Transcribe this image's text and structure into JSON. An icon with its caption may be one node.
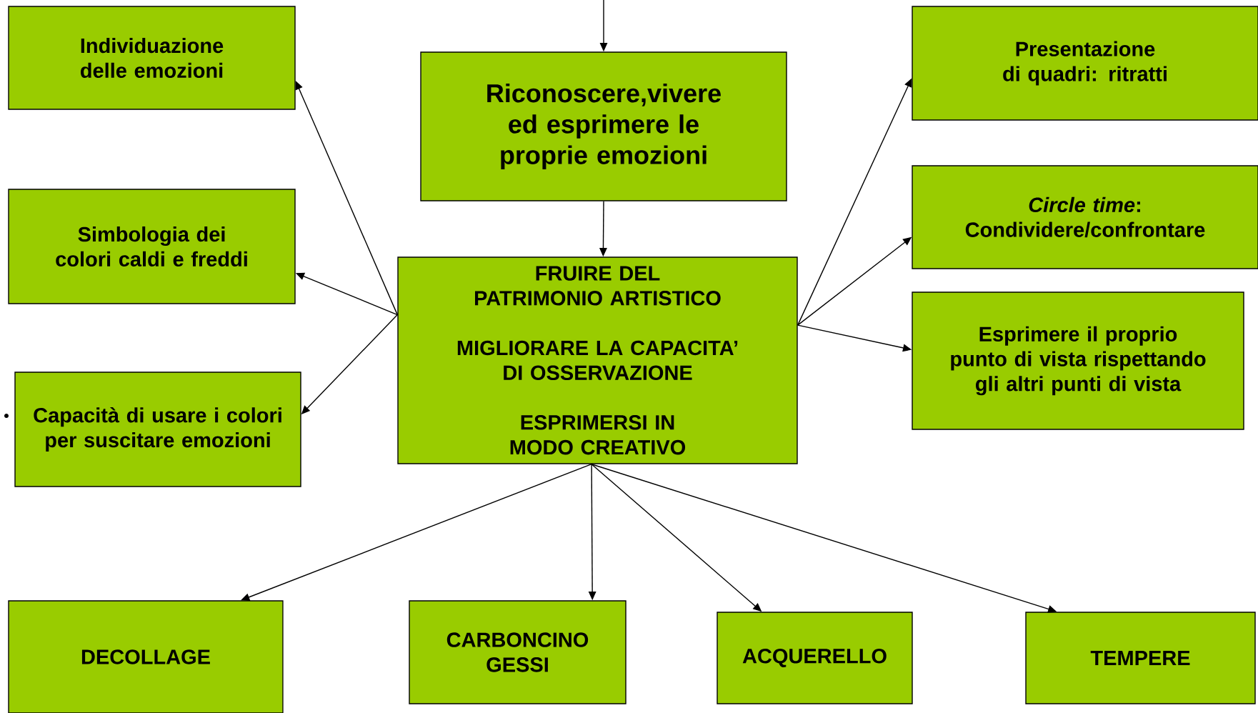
{
  "diagram": {
    "nodes": [
      {
        "text": [
          "Individuazione delle emozioni"
        ]
      },
      {
        "text": [
          "Riconoscere,vivere ed esprimere le proprie emozioni"
        ]
      },
      {
        "text": [
          "Presentazione di quadri: ritratti"
        ]
      },
      {
        "text": [
          "Simbologia dei colori caldi e freddi"
        ]
      },
      {
        "text": [
          "*Circle time*: Condividere/confrontare"
        ]
      },
      {
        "text": [
          "FRUIRE DEL PATRIMONIO ARTISTICO",
          "MIGLIORARE LA CAPACITA’ DI OSSERVAZIONE",
          "ESPRIMERSI IN MODO CREATIVO"
        ]
      },
      {
        "text": [
          "Esprimere il proprio punto di vista rispettando gli altri punti di vista"
        ]
      },
      {
        "text": [
          "Capacità di usare i colori per suscitare emozioni"
        ]
      },
      {
        "text": [
          "DECOLLAGE"
        ]
      },
      {
        "text": [
          "CARBONCINO GESSI"
        ]
      },
      {
        "text": [
          "ACQUERELLO"
        ]
      },
      {
        "text": [
          "TEMPERE"
        ]
      }
    ],
    "edges": [
      {
        "from": null,
        "to": 1,
        "arrow": "to"
      },
      {
        "from": 1,
        "to": 5,
        "arrow": "to"
      },
      {
        "from": 5,
        "to": 0,
        "arrow": "to"
      },
      {
        "from": 5,
        "to": 3,
        "arrow": "to"
      },
      {
        "from": 5,
        "to": 7,
        "arrow": "to"
      },
      {
        "from": 5,
        "to": 2,
        "arrow": "to"
      },
      {
        "from": 5,
        "to": 4,
        "arrow": "to"
      },
      {
        "from": 5,
        "to": 6,
        "arrow": "to"
      },
      {
        "from": 5,
        "to": 8,
        "arrow": "to"
      },
      {
        "from": 5,
        "to": 9,
        "arrow": "to"
      },
      {
        "from": 5,
        "to": 10,
        "arrow": "to"
      },
      {
        "from": 5,
        "to": 11,
        "arrow": "to"
      }
    ]
  }
}
